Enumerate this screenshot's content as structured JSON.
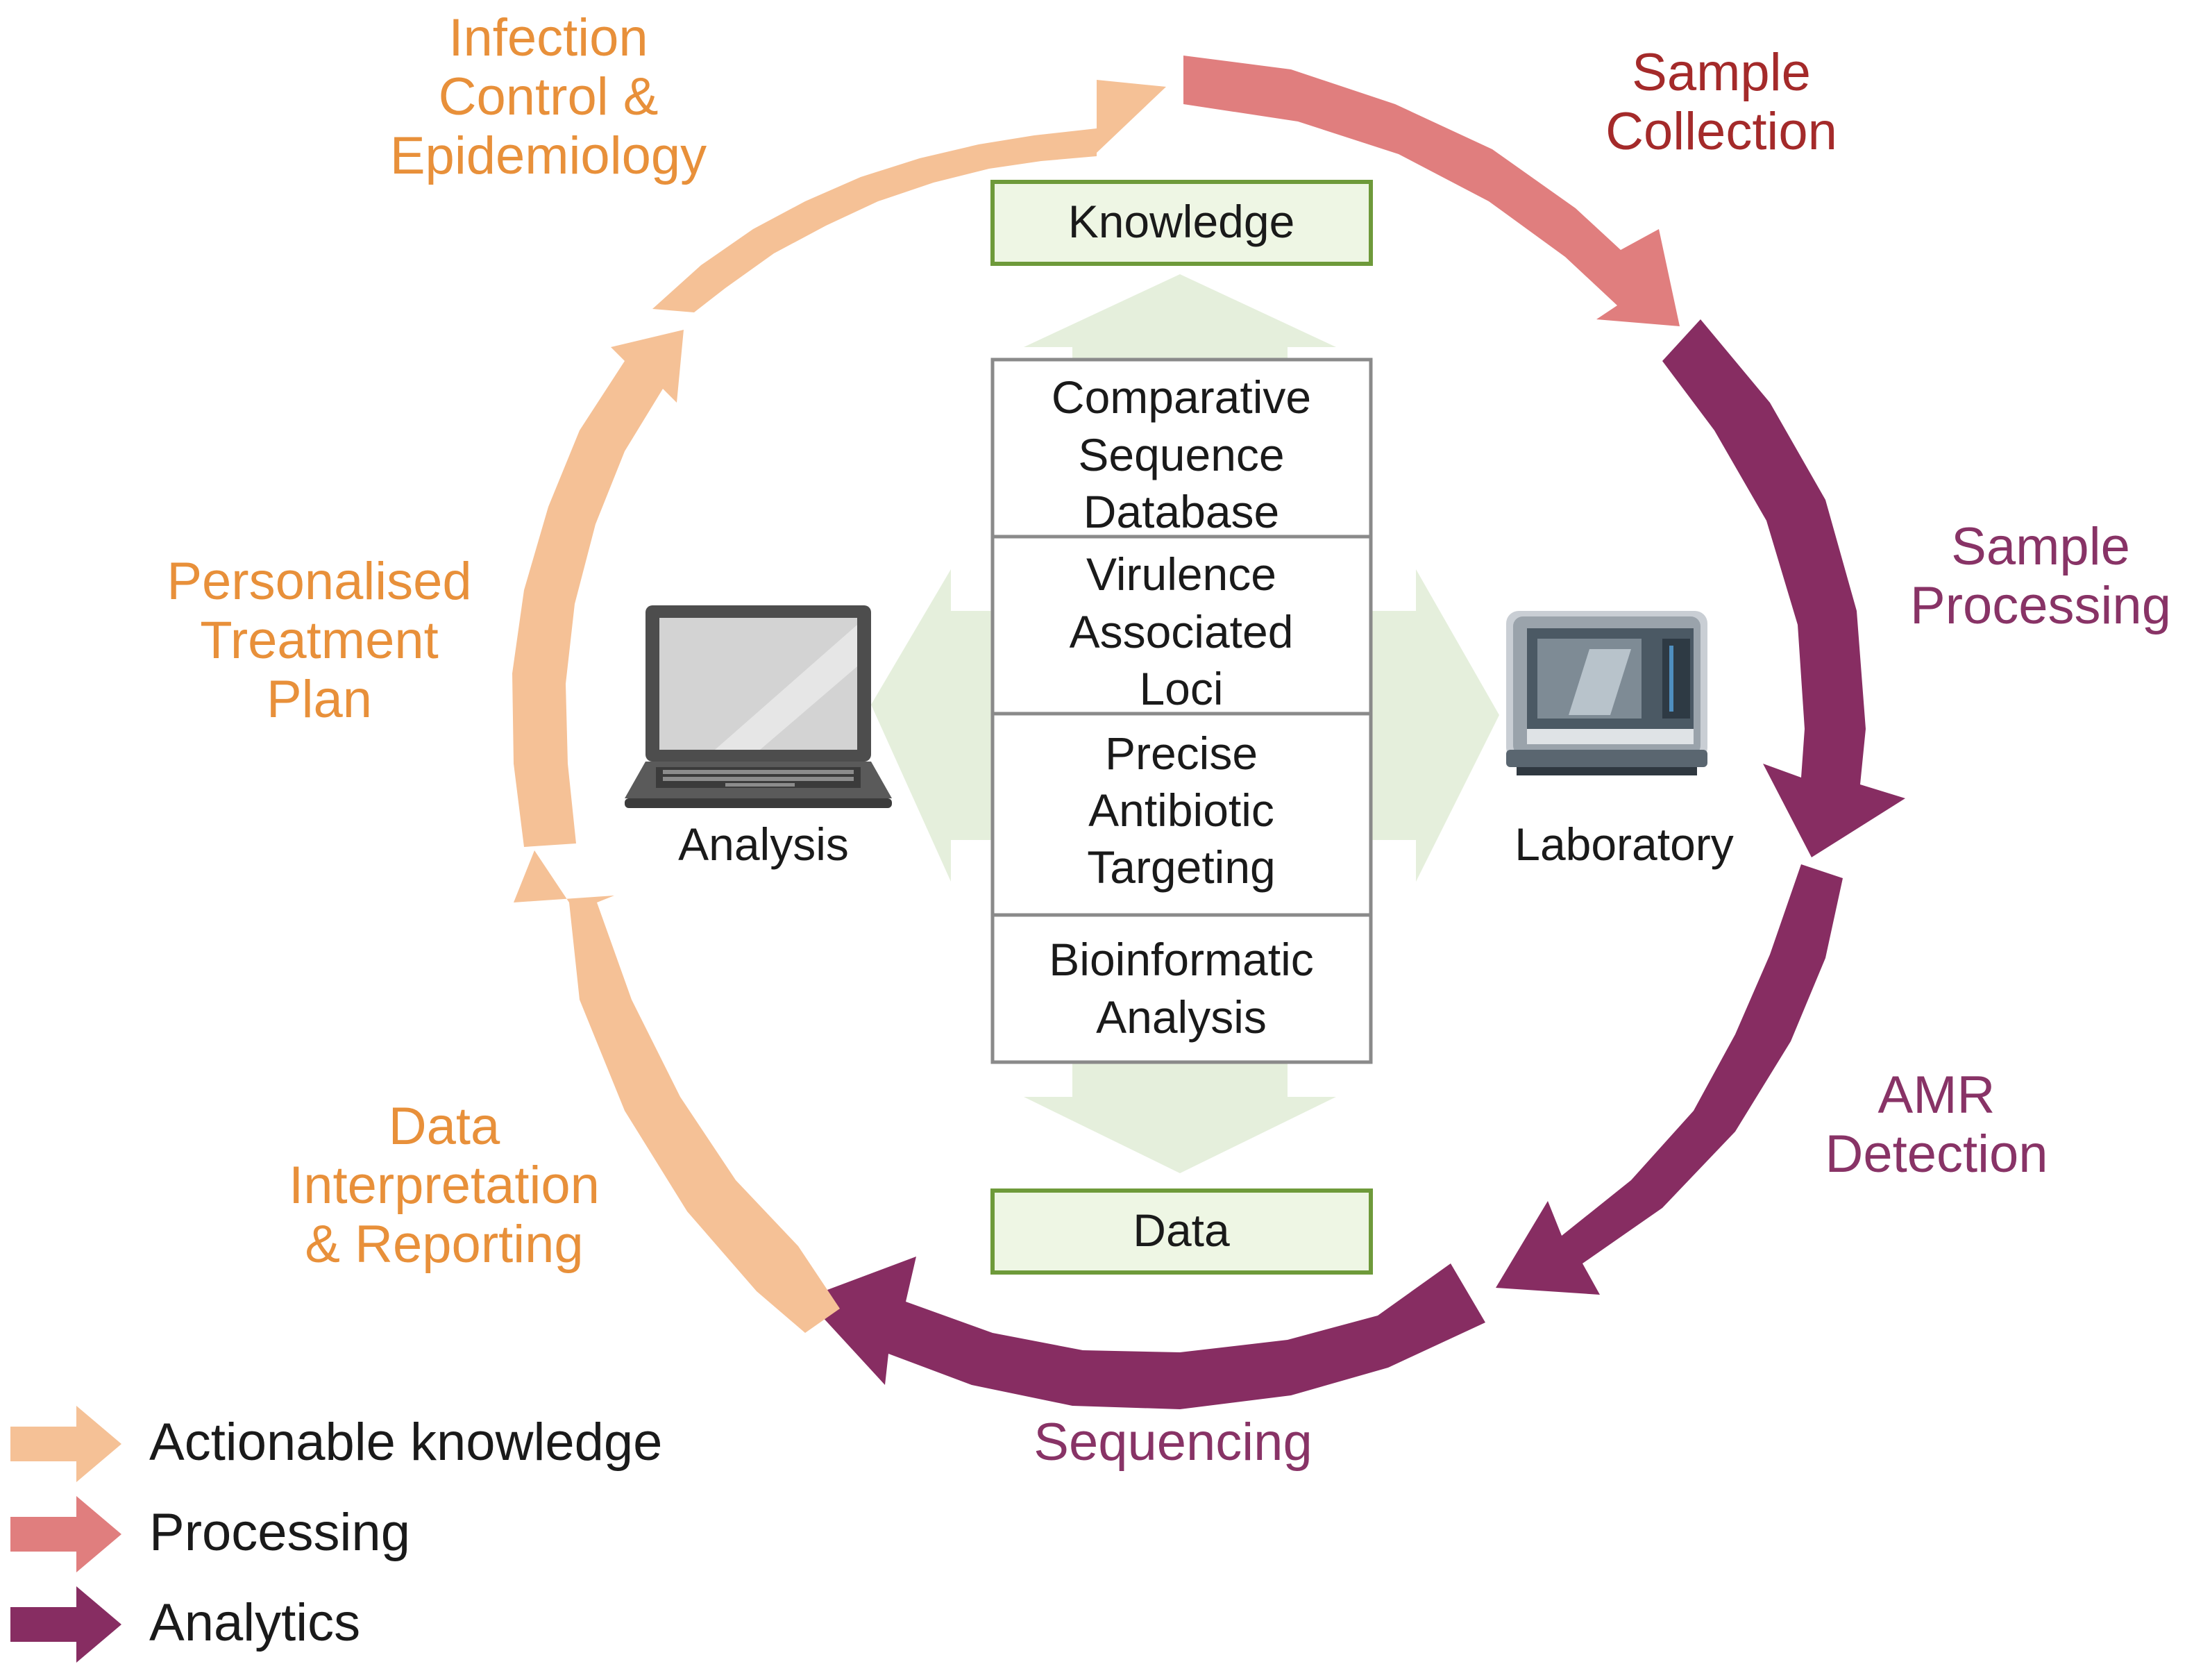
{
  "stages": {
    "infection_control": [
      "Infection",
      "Control &",
      "Epidemiology"
    ],
    "sample_collection": [
      "Sample",
      "Collection"
    ],
    "sample_processing": [
      "Sample",
      "Processing"
    ],
    "amr_detection": [
      "AMR",
      "Detection"
    ],
    "sequencing": [
      "Sequencing"
    ],
    "data_interpretation": [
      "Data",
      "Interpretation",
      "& Reporting"
    ],
    "personalised_treatment": [
      "Personalised",
      "Treatment",
      "Plan"
    ]
  },
  "center": {
    "knowledge": "Knowledge",
    "data": "Data",
    "boxes": [
      [
        "Comparative",
        "Sequence",
        "Database"
      ],
      [
        "Virulence",
        "Associated",
        "Loci"
      ],
      [
        "Precise",
        "Antibiotic",
        "Targeting"
      ],
      [
        "Bioinformatic",
        "Analysis"
      ]
    ]
  },
  "analysis_label": "Analysis",
  "laboratory_label": "Laboratory",
  "icons": {
    "analysis": "laptop-icon",
    "laboratory": "lab-instrument-icon"
  },
  "legend": {
    "actionable": "Actionable knowledge",
    "processing": "Processing",
    "analytics": "Analytics"
  },
  "colors": {
    "actionable": "#F5C196",
    "processing": "#E07E7E",
    "analytics": "#872D62",
    "orange_text": "#E8903A",
    "red_text": "#A42A2A",
    "purple_text": "#883366",
    "box_green_fill": "#EEF6E4",
    "box_green_border": "#6E9A3A",
    "flow_arrow": "#E5EFDC"
  }
}
